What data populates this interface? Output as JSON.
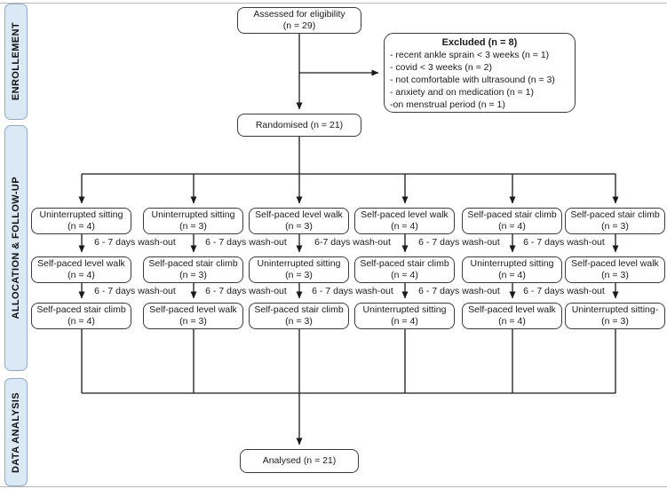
{
  "sidebar": {
    "fill": "#dbe9f7",
    "border": "#8fa9c7",
    "sections": [
      {
        "label": "ENROLLEMENT"
      },
      {
        "label": "ALLOCATION & FOLLOW-UP"
      },
      {
        "label": "DATA ANALYSIS"
      }
    ]
  },
  "top": {
    "assessed": {
      "line1": "Assessed for eligibility",
      "line2": "(n = 29)"
    },
    "excluded": {
      "title": "Excluded (n = 8)",
      "reasons": [
        "- recent ankle sprain < 3 weeks (n = 1)",
        "- covid < 3 weeks (n = 2)",
        "- not comfortable with ultrasound (n = 3)",
        "- anxiety and on medication (n = 1)",
        "-on menstrual period (n = 1)"
      ]
    },
    "randomised": "Randomised (n = 21)"
  },
  "allocation": {
    "columns": [
      {
        "seq": [
          {
            "name": "Uninterrupted sitting",
            "n": "(n = 4)"
          },
          {
            "name": "Self-paced level walk",
            "n": "(n = 4)"
          },
          {
            "name": "Self-paced stair climb",
            "n": "(n = 4)"
          }
        ]
      },
      {
        "seq": [
          {
            "name": "Uninterrupted sitting",
            "n": "(n = 3)"
          },
          {
            "name": "Self-paced stair climb",
            "n": "(n = 3)"
          },
          {
            "name": "Self-paced level walk",
            "n": "(n = 3)"
          }
        ]
      },
      {
        "seq": [
          {
            "name": "Self-paced level walk",
            "n": "(n = 3)"
          },
          {
            "name": "Uninterrupted sitting",
            "n": "(n = 3)"
          },
          {
            "name": "Self-paced stair climb",
            "n": "(n = 3)"
          }
        ]
      },
      {
        "seq": [
          {
            "name": "Self-paced level walk",
            "n": "(n = 4)"
          },
          {
            "name": "Self-paced stair climb",
            "n": "(n = 4)"
          },
          {
            "name": "Uninterrupted sitting",
            "n": "(n = 4)"
          }
        ]
      },
      {
        "seq": [
          {
            "name": "Self-paced stair climb",
            "n": "(n = 4)"
          },
          {
            "name": "Uninterrupted sitting",
            "n": "(n = 4)"
          },
          {
            "name": "Self-paced level walk",
            "n": "(n = 4)"
          }
        ]
      },
      {
        "seq": [
          {
            "name": "Self-paced stair climb",
            "n": "(n = 3)"
          },
          {
            "name": "Self-paced level walk",
            "n": "(n = 3)"
          },
          {
            "name": "Uninterrupted sitting-",
            "n": "(n = 3)"
          }
        ]
      }
    ],
    "washout_rows": [
      {
        "labels": [
          "6 - 7 days wash-out",
          "6 - 7 days wash-out",
          "6-7 days wash-out",
          "6 - 7 days wash-out",
          "6 - 7 days wash-out"
        ]
      },
      {
        "labels": [
          "6 - 7 days wash-out",
          "6 - 7 days wash-out",
          "6 - 7 days wash-out",
          "6 - 7 days wash-out",
          "6 - 7 days wash-out"
        ]
      }
    ]
  },
  "analysis": {
    "analysed": "Analysed (n = 21)"
  }
}
